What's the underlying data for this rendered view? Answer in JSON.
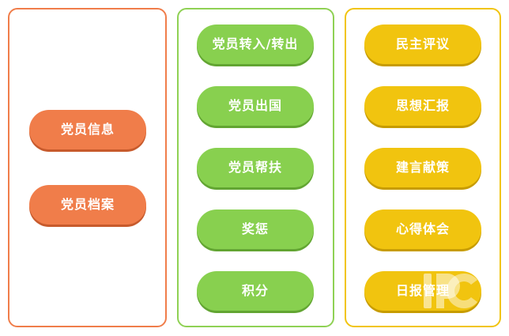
{
  "columns": {
    "left": {
      "items": [
        {
          "label": "党员信息"
        },
        {
          "label": "党员档案"
        }
      ]
    },
    "middle": {
      "items": [
        {
          "label": "党员转入/转出"
        },
        {
          "label": "党员出国"
        },
        {
          "label": "党员帮扶"
        },
        {
          "label": "奖惩"
        },
        {
          "label": "积分"
        }
      ]
    },
    "right": {
      "items": [
        {
          "label": "民主评议"
        },
        {
          "label": "思想汇报"
        },
        {
          "label": "建言献策"
        },
        {
          "label": "心得体会"
        },
        {
          "label": "日报管理"
        }
      ]
    }
  },
  "colors": {
    "orange": "#f07d4a",
    "green": "#88d04f",
    "yellow": "#f1c40f"
  },
  "watermark": {
    "icon": "watermark-logo-icon"
  }
}
